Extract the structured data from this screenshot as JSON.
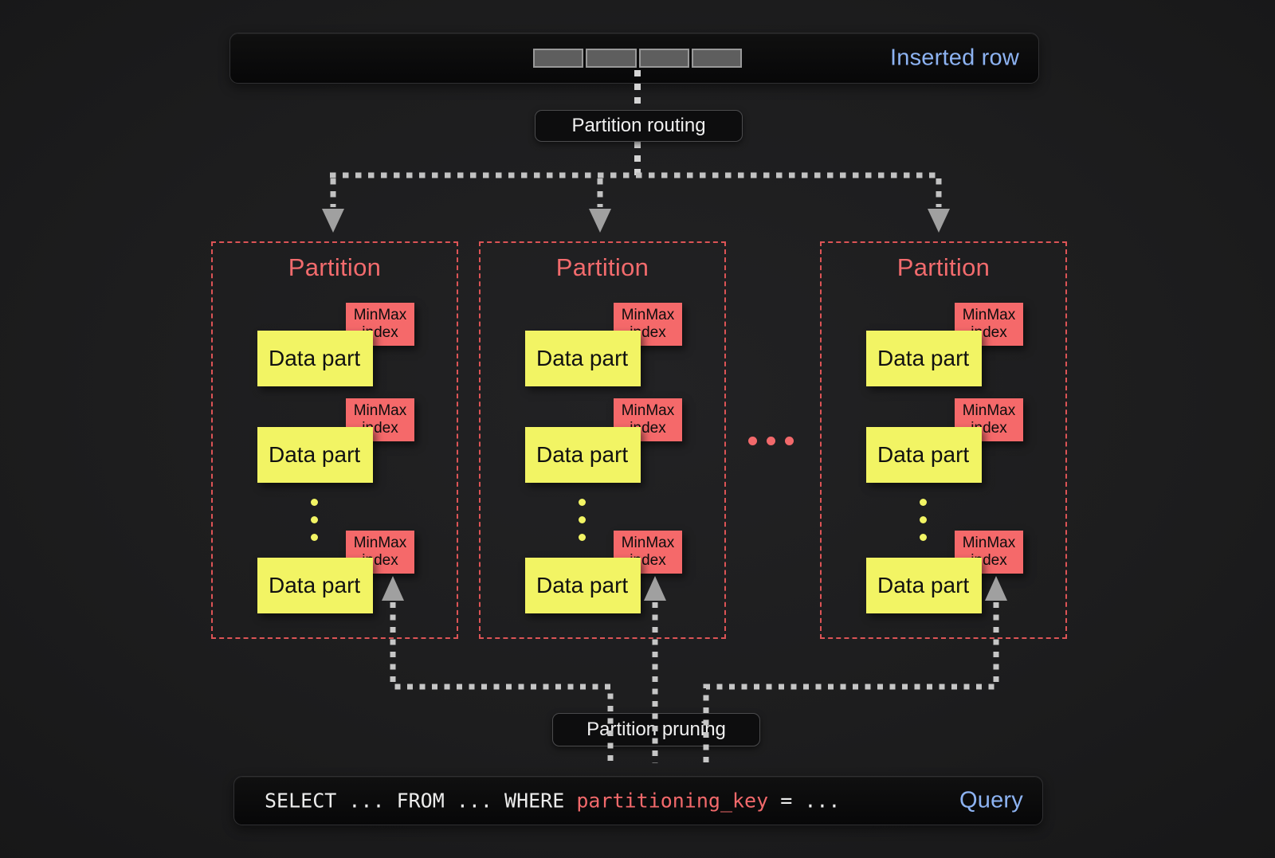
{
  "colors": {
    "background": "#1d1d1e",
    "bar_background": "#0a0a0b",
    "accent_blue": "#8db3f2",
    "accent_red": "#f2696b",
    "partition_border_red": "#dd5456",
    "data_part_yellow": "#f2f464",
    "minmax_salmon": "#f5696a",
    "connector_gray": "#c6c6c6",
    "arrowhead_gray": "#a0a0a0",
    "segment_gray": "#5e5e5e"
  },
  "header": {
    "inserted_row_label": "Inserted row",
    "segment_count": 4
  },
  "labels": {
    "routing": "Partition routing",
    "pruning": "Partition pruning"
  },
  "partitions": [
    {
      "title": "Partition",
      "parts": [
        {
          "label": "Data part",
          "index_label": "MinMax index"
        },
        {
          "label": "Data part",
          "index_label": "MinMax index"
        },
        {
          "label": "Data part",
          "index_label": "MinMax index"
        }
      ]
    },
    {
      "title": "Partition",
      "parts": [
        {
          "label": "Data part",
          "index_label": "MinMax index"
        },
        {
          "label": "Data part",
          "index_label": "MinMax index"
        },
        {
          "label": "Data part",
          "index_label": "MinMax index"
        }
      ]
    },
    {
      "title": "Partition",
      "parts": [
        {
          "label": "Data part",
          "index_label": "MinMax index"
        },
        {
          "label": "Data part",
          "index_label": "MinMax index"
        },
        {
          "label": "Data part",
          "index_label": "MinMax index"
        }
      ]
    }
  ],
  "ellipsis_dot_count": 3,
  "query": {
    "sql_before": "SELECT ... FROM ... WHERE ",
    "sql_key": "partitioning_key",
    "sql_after": " = ...",
    "label": "Query"
  }
}
